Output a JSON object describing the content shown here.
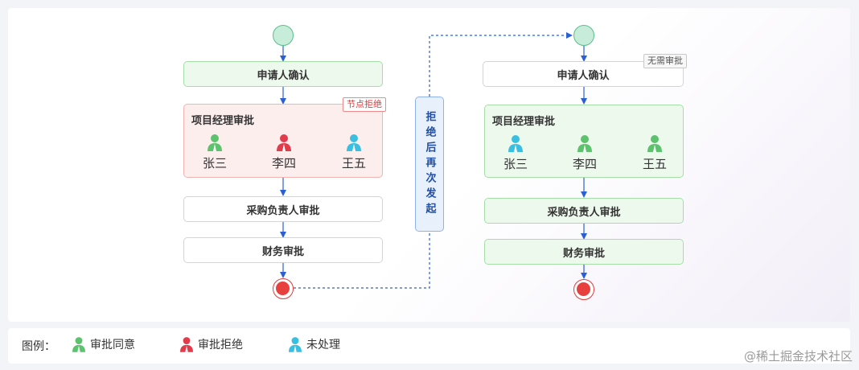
{
  "left_flow": {
    "start_icon": "start-circle",
    "step1": "申请人确认",
    "step2": {
      "title": "项目经理审批",
      "tag": "节点拒绝",
      "approvers": [
        {
          "name": "张三",
          "status": "approved"
        },
        {
          "name": "李四",
          "status": "rejected"
        },
        {
          "name": "王五",
          "status": "pending"
        }
      ]
    },
    "step3": "采购负责人审批",
    "step4": "财务审批",
    "end_icon": "end-circle"
  },
  "connector_label": "拒绝后再次发起",
  "right_flow": {
    "start_icon": "start-circle",
    "step1": "申请人确认",
    "step1_tag": "无需审批",
    "step2": {
      "title": "项目经理审批",
      "approvers": [
        {
          "name": "张三",
          "status": "pending"
        },
        {
          "name": "李四",
          "status": "approved"
        },
        {
          "name": "王五",
          "status": "approved"
        }
      ]
    },
    "step3": "采购负责人审批",
    "step4": "财务审批",
    "end_icon": "end-circle"
  },
  "legend": {
    "title": "图例：",
    "items": [
      {
        "label": "审批同意",
        "icon": "person-icon",
        "color": "#5cc26e"
      },
      {
        "label": "审批拒绝",
        "icon": "person-icon",
        "color": "#e23b4b"
      },
      {
        "label": "未处理",
        "icon": "person-icon",
        "color": "#3bbfe0"
      }
    ]
  },
  "colors": {
    "approved": "#5cc26e",
    "rejected": "#e23b4b",
    "pending": "#3bbfe0",
    "arrow": "#2a5fd6"
  },
  "watermark": "@稀土掘金技术社区"
}
